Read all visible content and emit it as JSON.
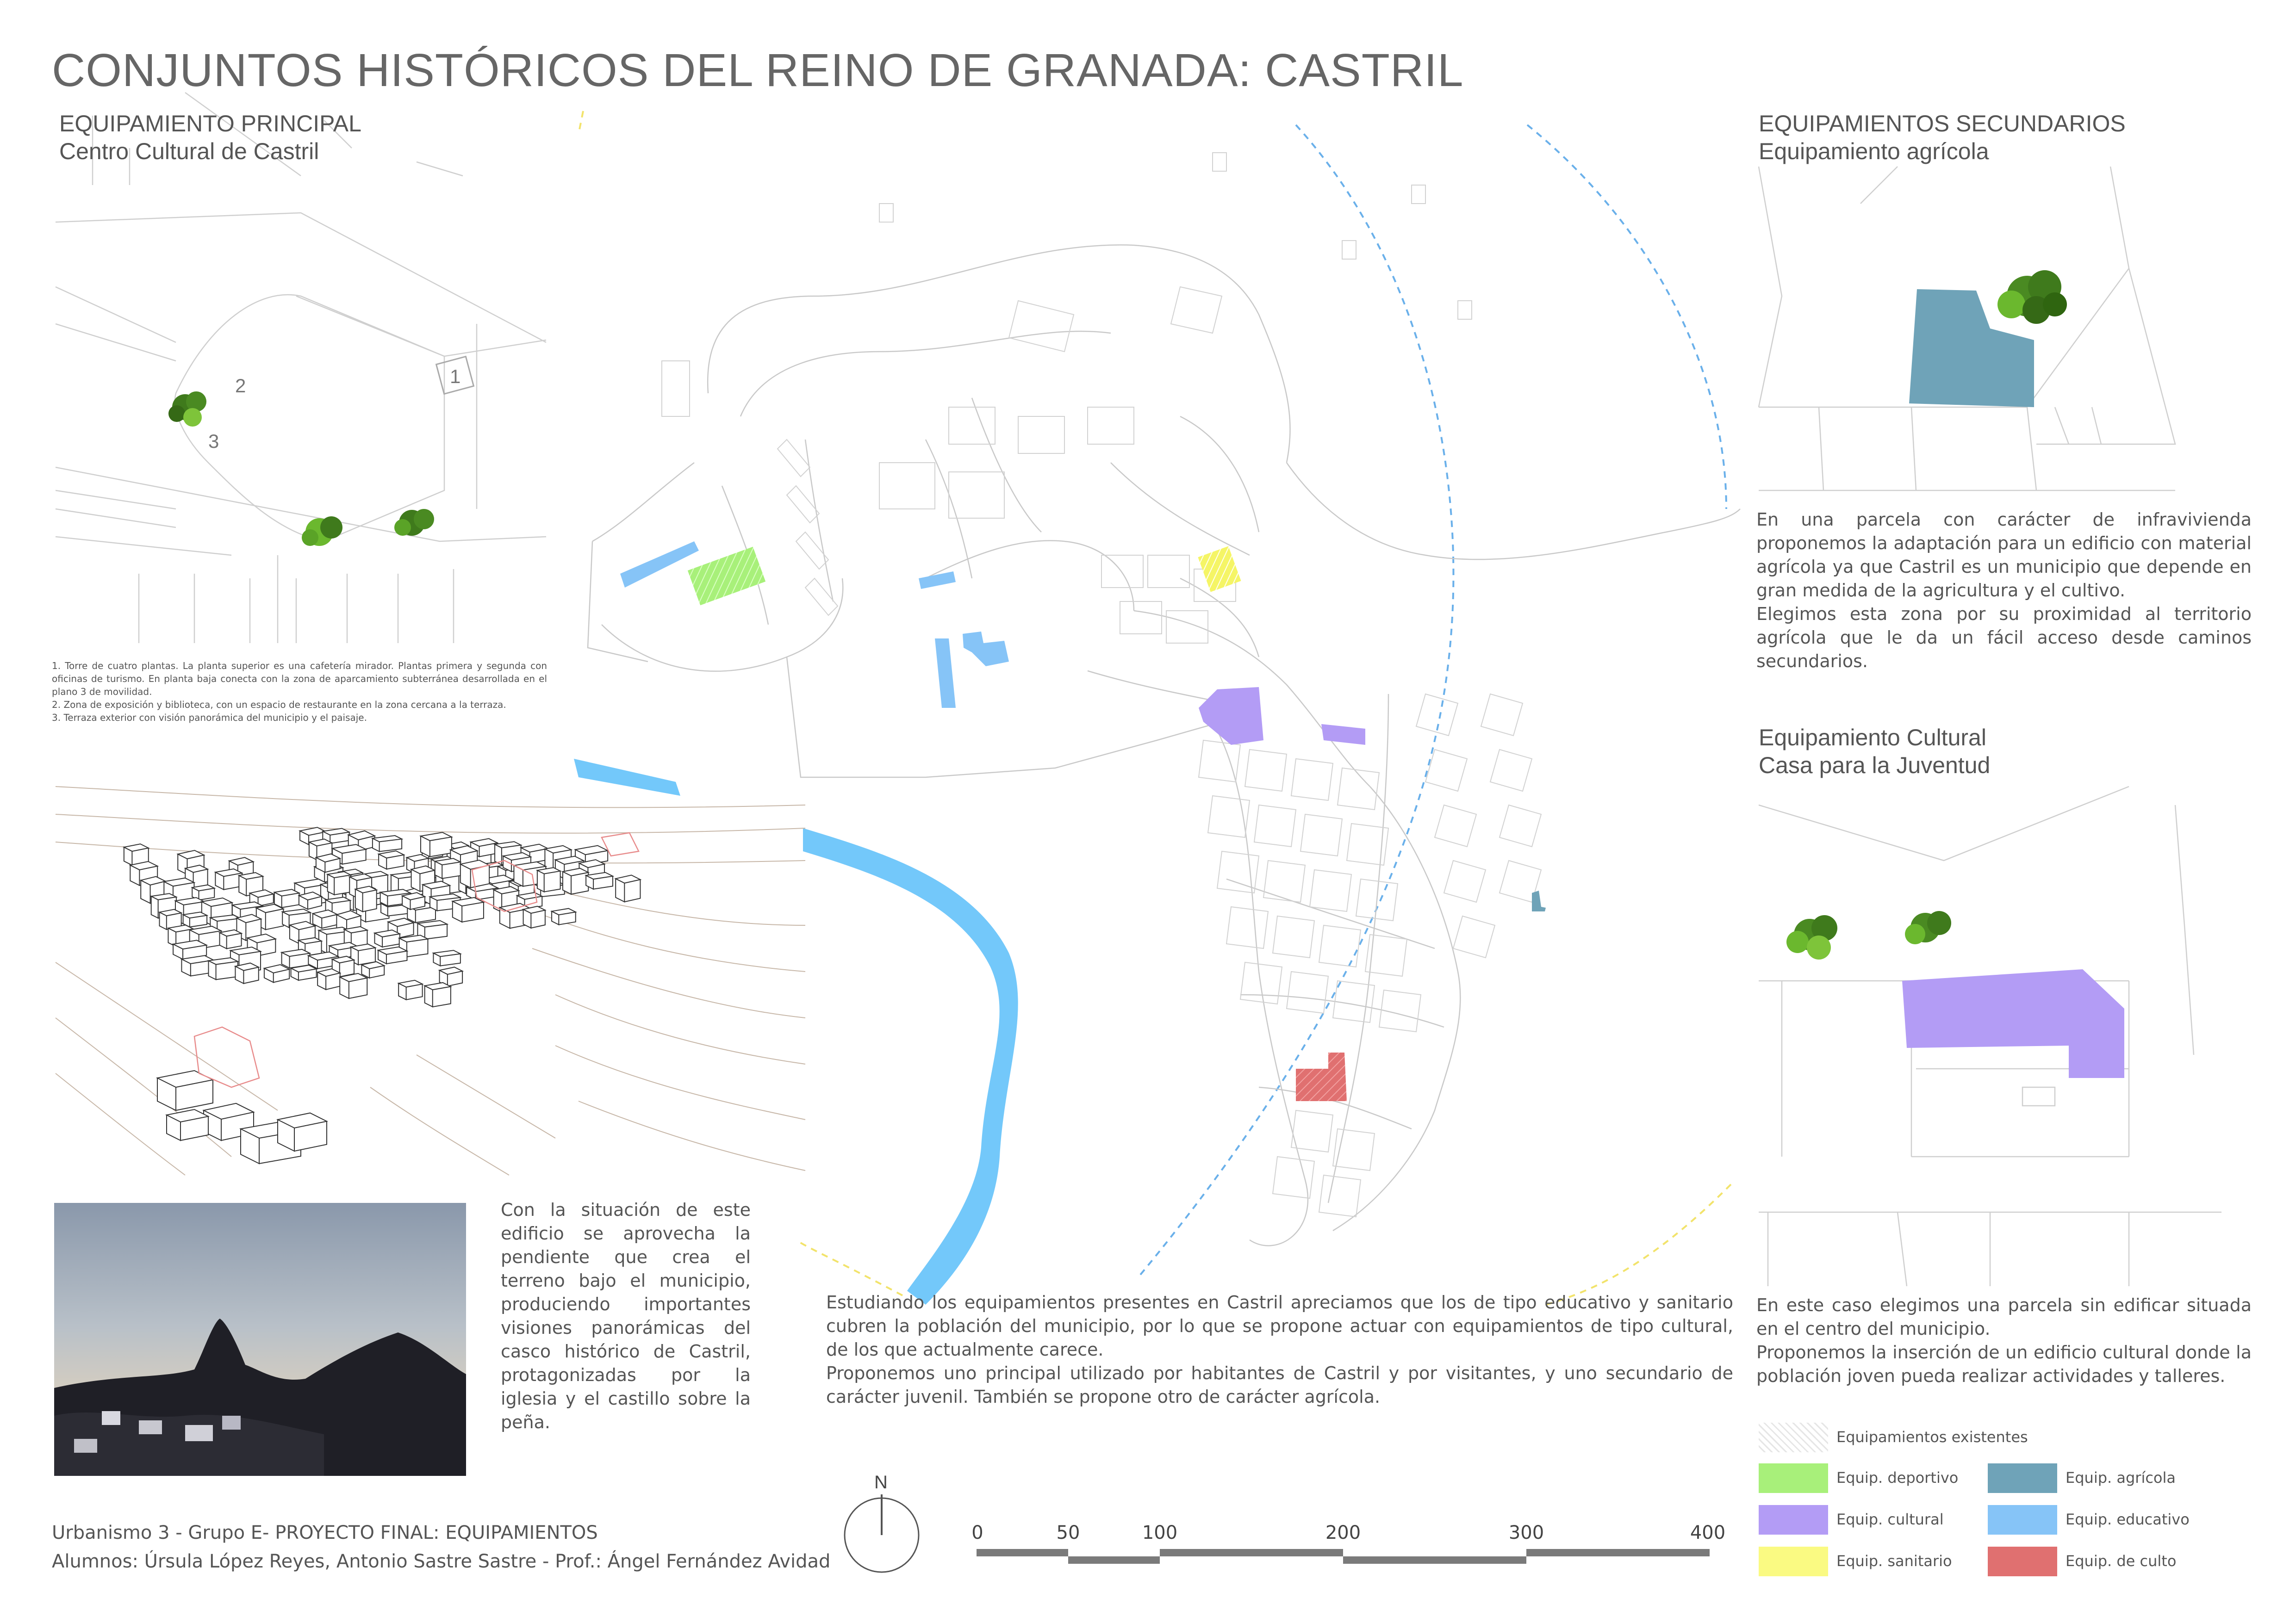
{
  "title": "CONJUNTOS HISTÓRICOS DEL REINO DE GRANADA: CASTRIL",
  "main_equipment": {
    "heading": "EQUIPAMIENTO PRINCIPAL",
    "subheading": "Centro Cultural de Castril",
    "plan_labels": [
      "1",
      "2",
      "3"
    ],
    "notes": [
      "1. Torre de cuatro plantas. La planta superior es una cafetería mirador. Plantas primera y segunda con oficinas de turismo. En planta baja conecta con la zona de aparcamiento subterránea desarrollada en el plano 3 de movilidad.",
      "2. Zona de exposición y biblioteca, con un espacio de restaurante en la zona cercana a la terraza.",
      "3. Terraza exterior con visión panorámica del municipio y el paisaje."
    ],
    "description": "Con la situación de este edificio se aprovecha la pendiente que crea el terreno bajo el municipio, produciendo importantes visiones panorámicas del casco histórico de Castril, protagonizadas por la iglesia y el castillo sobre la peña."
  },
  "secondary_equipment": {
    "heading": "EQUIPAMIENTOS SECUNDARIOS",
    "agricultural": {
      "subheading": "Equipamiento agrícola",
      "paragraphs": [
        "En una parcela con carácter de infravivienda proponemos la adaptación para un edificio con material agrícola ya que Castril es un municipio que depende en gran medida de la agricultura y el cultivo.",
        "Elegimos esta zona por su proximidad al territorio agrícola que le da un fácil acceso desde caminos secundarios."
      ]
    },
    "cultural": {
      "subheading_1": "Equipamiento Cultural",
      "subheading_2": "Casa para la Juventud",
      "paragraphs": [
        "En este caso elegimos una parcela sin edificar situada en el centro del municipio.",
        "Proponemos la inserción de un edificio cultural donde la población joven pueda realizar actividades y talleres."
      ]
    }
  },
  "center_text": {
    "paragraphs": [
      "Estudiando los equipamientos presentes en Castril apreciamos que los de tipo educativo y sanitario cubren la población del municipio, por lo que se propone actuar con equipamientos de tipo cultural, de los que actualmente carece.",
      "Proponemos uno principal utilizado por habitantes de Castril y por visitantes, y uno secundario de carácter juvenil. También se propone otro de carácter agrícola."
    ]
  },
  "legend": {
    "items": [
      {
        "label": "Equipamientos existentes",
        "color": "hatch"
      },
      {
        "label": "Equip. deportivo",
        "color": "#a8f07a"
      },
      {
        "label": "Equip. agrícola",
        "color": "#6fa3b8"
      },
      {
        "label": "Equip. cultural",
        "color": "#b39cf5"
      },
      {
        "label": "Equip. educativo",
        "color": "#86c4f7"
      },
      {
        "label": "Equip. sanitario",
        "color": "#fafa82"
      },
      {
        "label": "Equip. de culto",
        "color": "#e07070"
      }
    ]
  },
  "scale_bar": {
    "labels": [
      "0",
      "50",
      "100",
      "200",
      "300",
      "400"
    ]
  },
  "north_label": "N",
  "footer": {
    "line1": "Urbanismo 3 - Grupo E- PROYECTO FINAL: EQUIPAMIENTOS",
    "line2": "Alumnos: Úrsula López Reyes, Antonio Sastre Sastre - Prof.: Ángel Fernández Avidad"
  },
  "colors": {
    "river": "#73c8fa",
    "educativo": "#86c4f7",
    "deportivo": "#a8f07a",
    "sanitario": "#fafa82",
    "cultural": "#b39cf5",
    "agricola": "#6fa3b8",
    "culto": "#e07070",
    "tree_dark": "#3f7a1c",
    "tree_light": "#7ec43a"
  }
}
